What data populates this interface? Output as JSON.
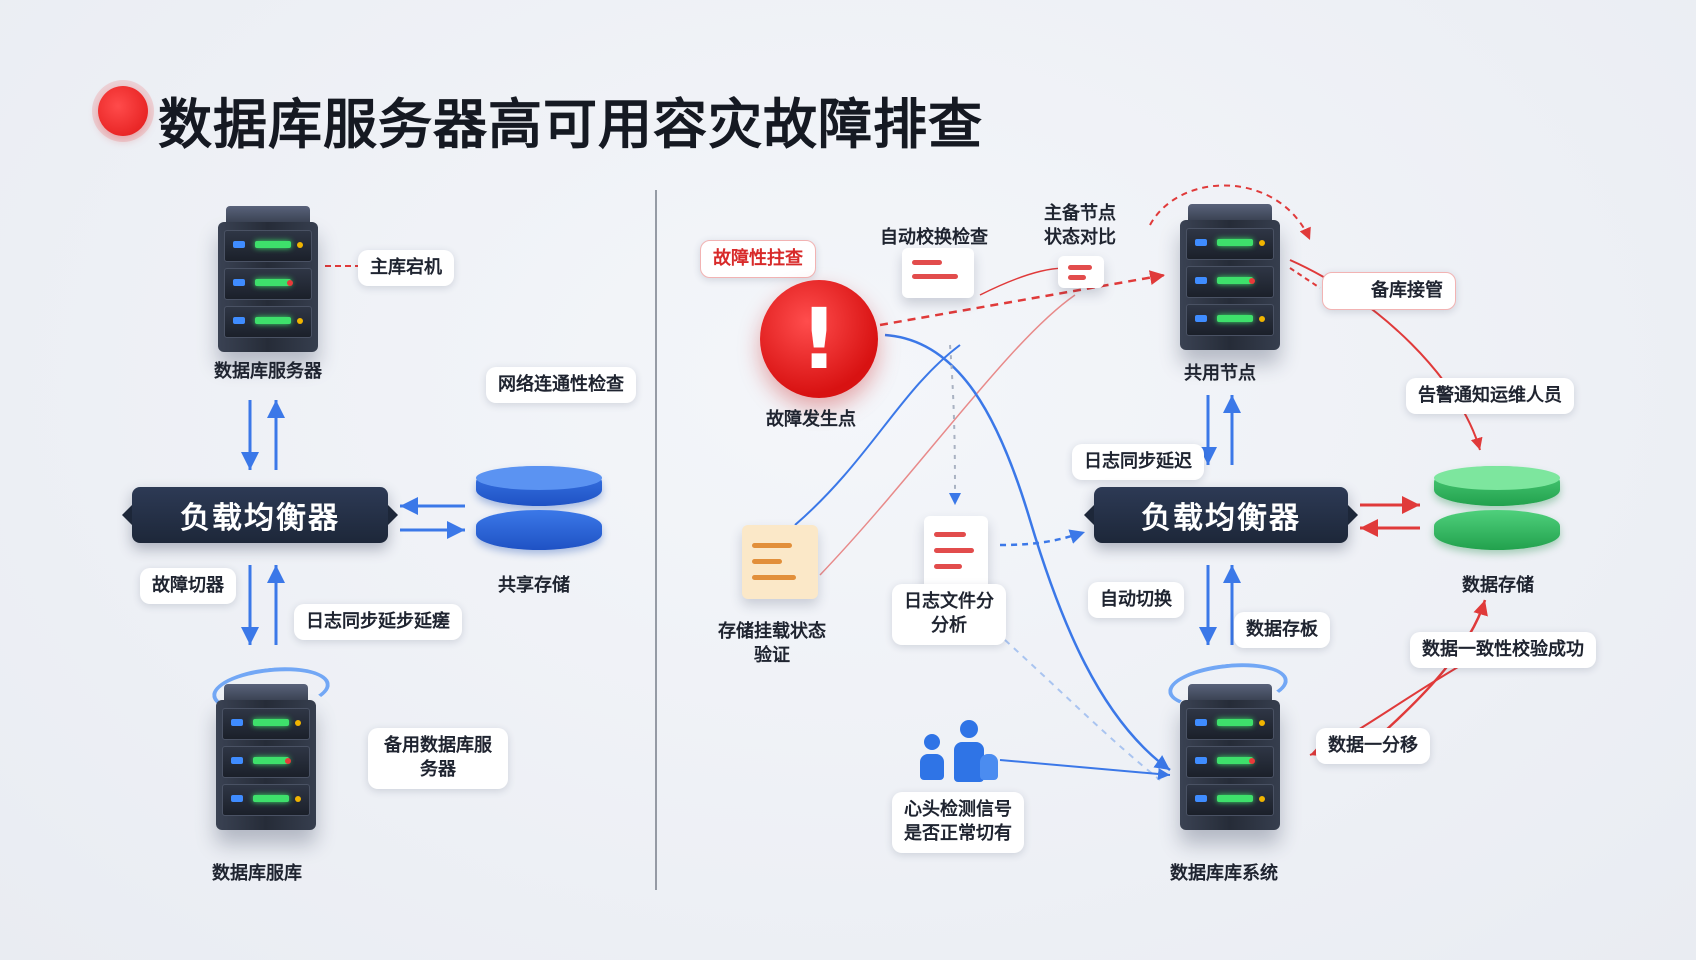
{
  "title": "数据库服务器高可用容灾故障排查",
  "left": {
    "primary_server_caption": "数据库服务器",
    "primary_down_label": "主库宕机",
    "network_check_label": "网络连通性检查",
    "load_balancer": "负载均衡器",
    "shared_storage_caption": "共享存储",
    "failover_label": "故障切器",
    "log_sync_label": "日志同步延步延瘥",
    "backup_server_label": "备用数据库服务器",
    "backup_server_caption": "数据库服库"
  },
  "right": {
    "fault_check_label": "故障性拄查",
    "fault_point_caption": "故障发生点",
    "auto_switch_check_label": "自动校换检查",
    "primary_state_compare_label": "主备节点\n状态对比",
    "standby_node_caption": "共用节点",
    "standby_takeover_label": "备库接管",
    "alert_ops_label": "告警通知运维人员",
    "log_sync_delay_label": "日志同步延迟",
    "load_balancer": "负载均衡器",
    "green_db_caption": "数据存储",
    "storage_mount_caption": "存储挂载状态\n验证",
    "log_analysis_label": "日志文件分\n分析",
    "auto_switch_label": "自动切换",
    "data_storage_label": "数据存板",
    "consistency_label": "数据一致性校验成功",
    "data_split_label": "数据一分移",
    "heartbeat_label": "心头检测信号\n是否正常切有",
    "db_system_caption": "数据库库系统"
  },
  "colors": {
    "accent_red": "#e02424",
    "accent_blue": "#3b78e8",
    "accent_green": "#2fb55c",
    "dark_panel": "#1d2739"
  }
}
